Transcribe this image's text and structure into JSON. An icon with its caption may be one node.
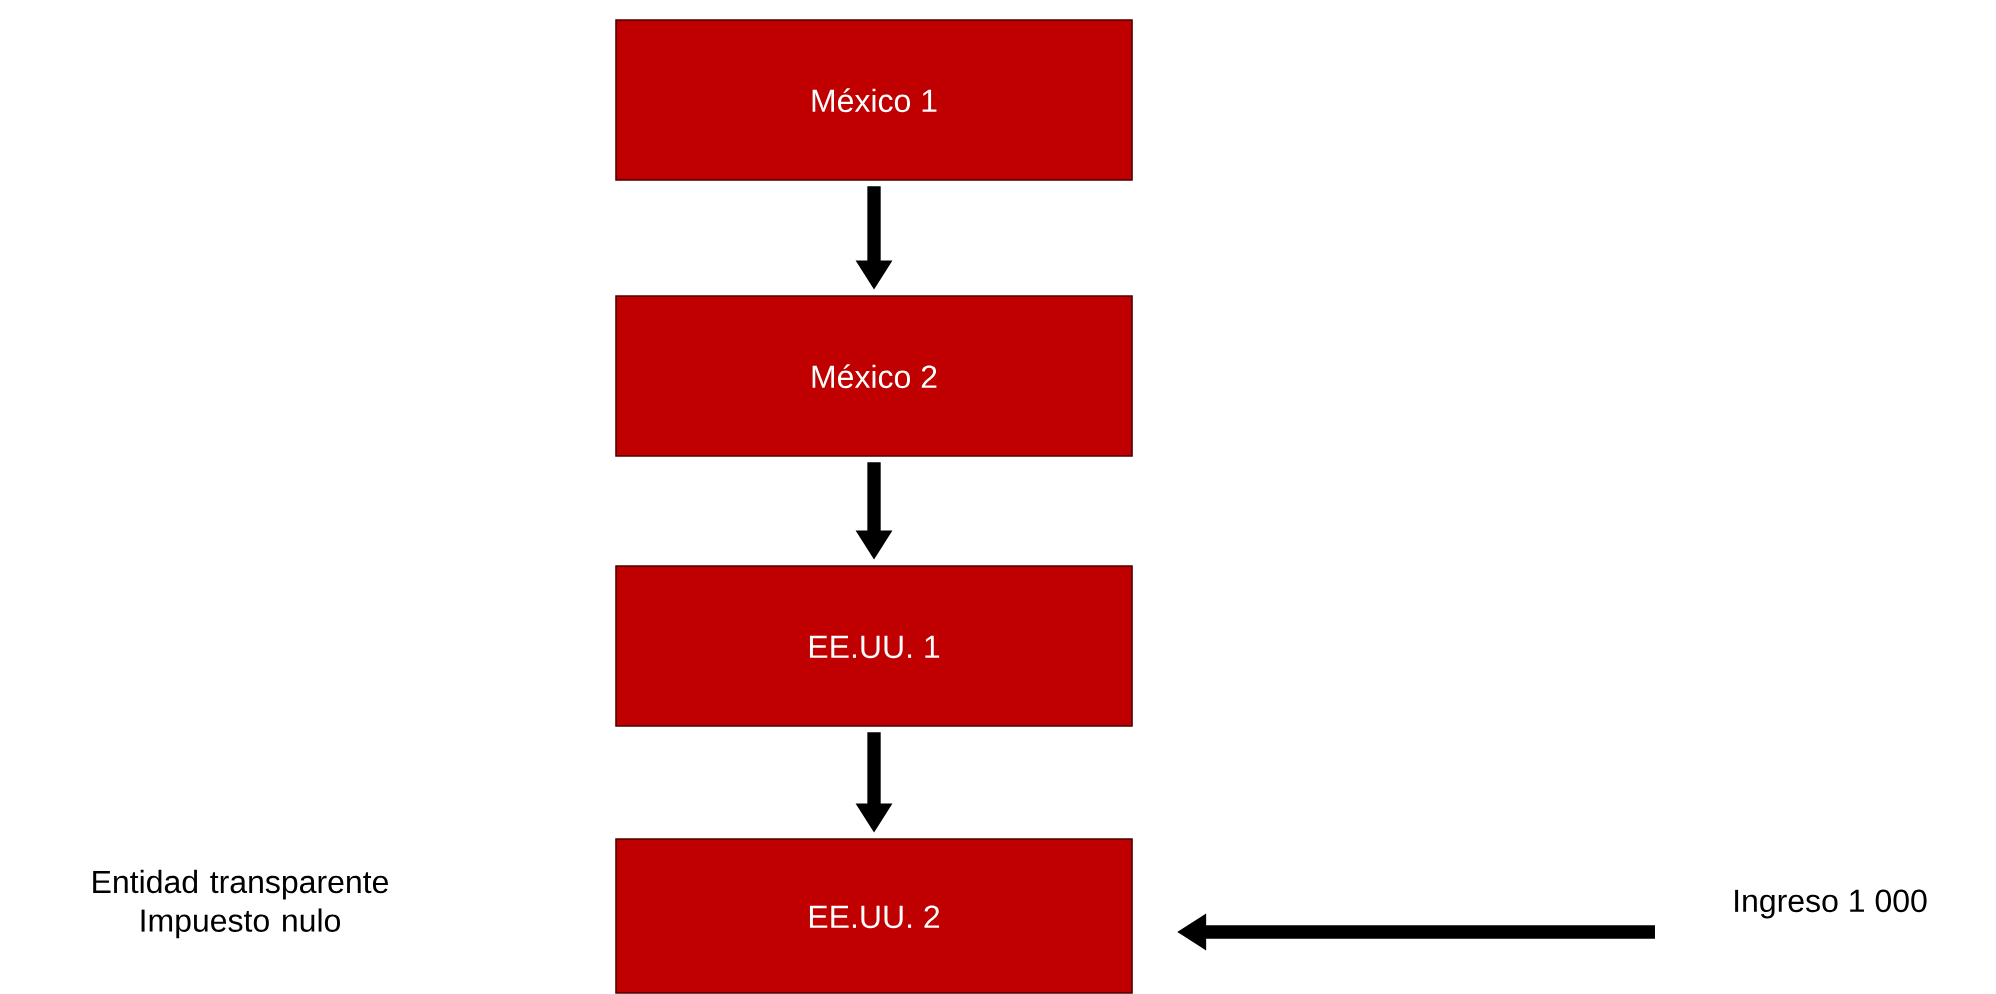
{
  "diagram": {
    "nodes": [
      {
        "text": [
          "México 1"
        ]
      },
      {
        "text": [
          "México 2"
        ]
      },
      {
        "text": [
          "EE.UU. 1"
        ]
      },
      {
        "text": [
          "EE.UU. 2"
        ]
      },
      {
        "text": [
          "Ingreso 1 000"
        ]
      }
    ],
    "edges": [
      {
        "from": 0,
        "to": 1,
        "arrow": "to"
      },
      {
        "from": 1,
        "to": 2,
        "arrow": "to"
      },
      {
        "from": 2,
        "to": 3,
        "arrow": "to"
      },
      {
        "from": 4,
        "to": 3,
        "arrow": "to"
      }
    ],
    "labels": [
      "Entidad transparente Impuesto nulo"
    ]
  }
}
